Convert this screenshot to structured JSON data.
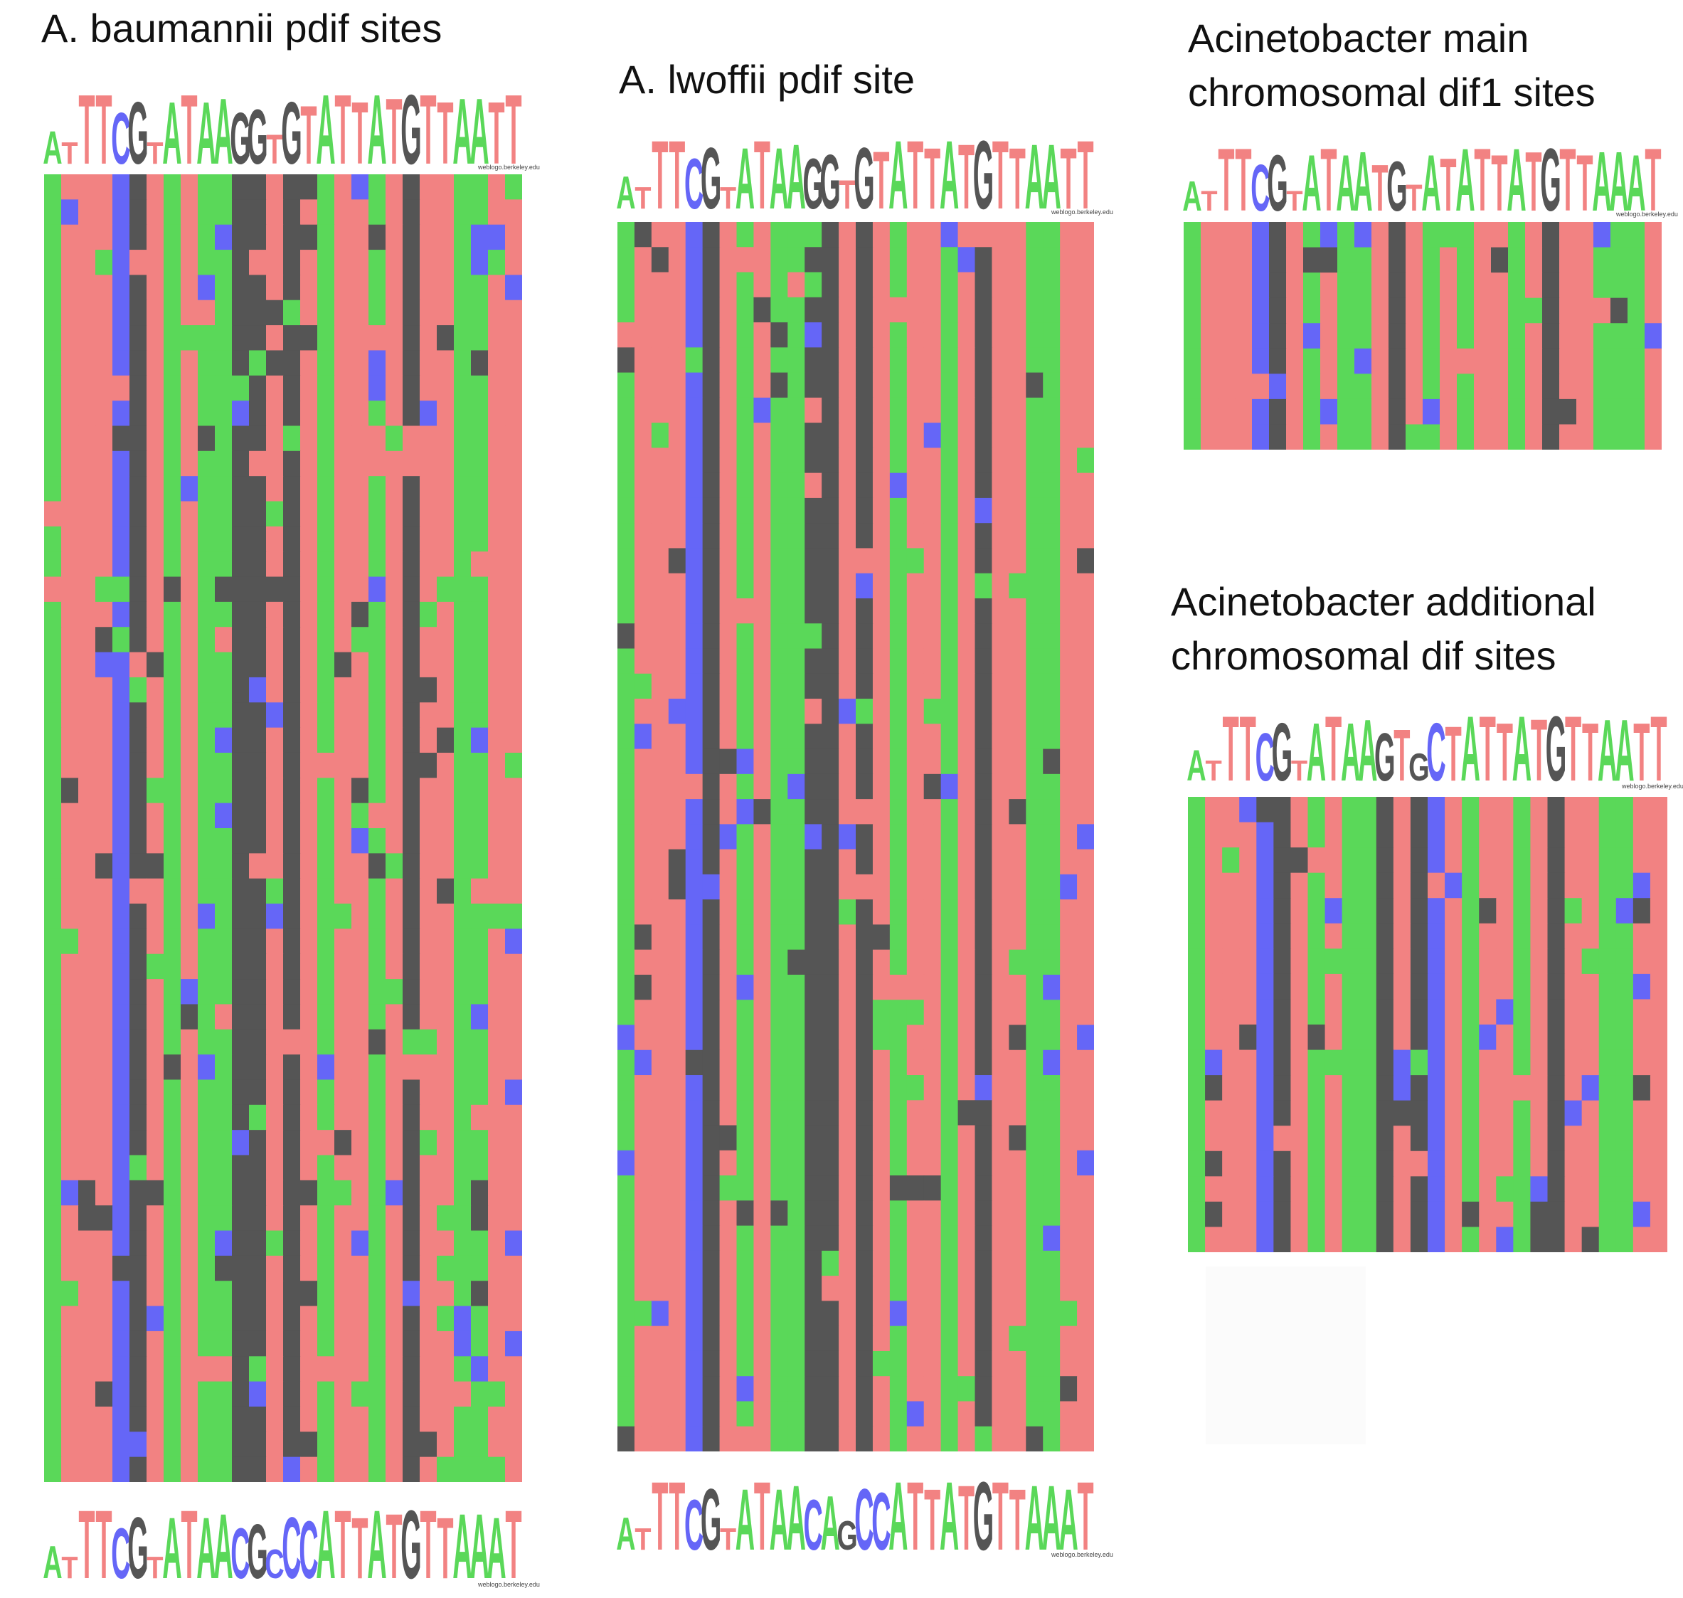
{
  "colors": {
    "A": "#5ad859",
    "T": "#f28282",
    "G": "#555555",
    "C": "#6566f7"
  },
  "credit": "weblogo.berkeley.edu",
  "panels": [
    {
      "title": "A. baumannii pdif sites",
      "logo_top": "ATTTCGTATAAGGTGTATTATGTTAATT",
      "logo_bottom": "ATTTCGTATAACGCCCATTATGTTAAAT",
      "rows": 52
    },
    {
      "title": "A. lwoffii pdif site",
      "logo_top": "ATTTCGTATAAGGTGTATTATGTTAATT",
      "logo_bottom": "ATTTCGTATAACAGCCATTATGTTAAAT",
      "rows": 49
    },
    {
      "title": "Acinetobacter main\nchromosomal dif1 sites",
      "logo_top": "ATTTCGTATAATGTATATTATGTTAAAT",
      "rows": 9
    },
    {
      "title": "Acinetobacter additional\nchromosomal dif sites",
      "logo_top": "ATTTCGTATAAGTGCTATTATGTTAATT",
      "rows": 18
    }
  ]
}
